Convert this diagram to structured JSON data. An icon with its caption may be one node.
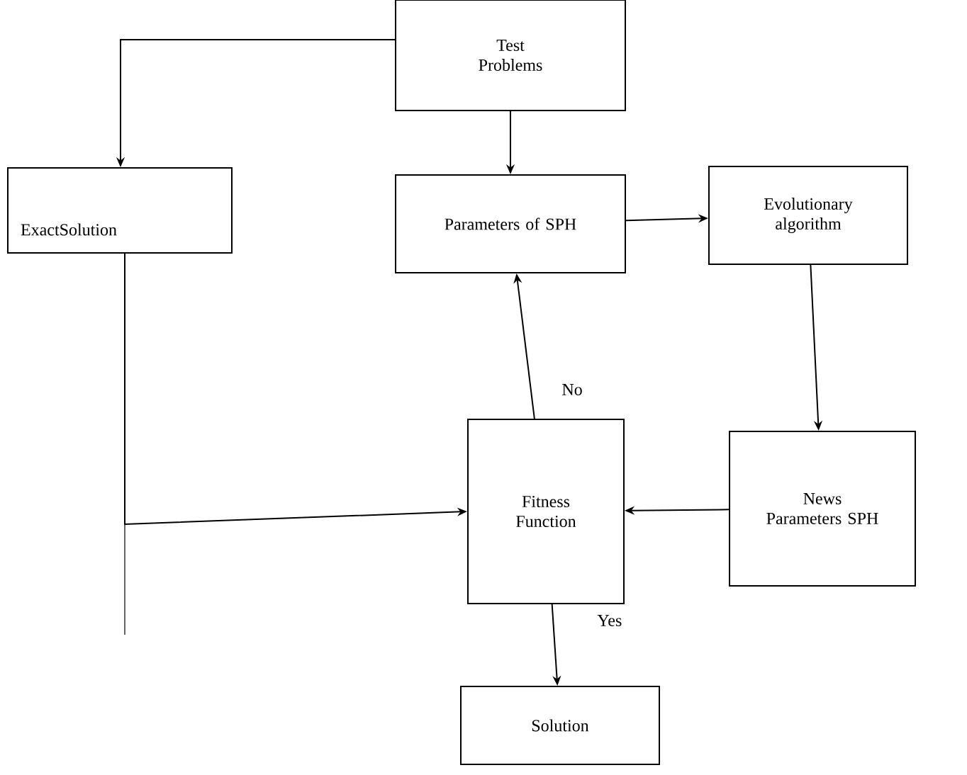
{
  "diagram": {
    "nodes": [
      {
        "text": [
          "Test Problems"
        ]
      },
      {
        "text": [
          "ExactSolution"
        ]
      },
      {
        "text": [
          "Parameters of SPH"
        ]
      },
      {
        "text": [
          "Evolutionary algorithm"
        ]
      },
      {
        "text": [
          "Fitness Function"
        ]
      },
      {
        "text": [
          "News Parameters SPH"
        ]
      },
      {
        "text": [
          "Solution"
        ]
      }
    ],
    "edges": [
      {
        "from": 0,
        "to": 1,
        "arrow": "to"
      },
      {
        "from": 0,
        "to": 2,
        "arrow": "to"
      },
      {
        "from": 2,
        "to": 3,
        "arrow": "to"
      },
      {
        "from": 3,
        "to": 5,
        "arrow": "to"
      },
      {
        "from": 5,
        "to": 4,
        "arrow": "to"
      },
      {
        "from": 4,
        "to": 2,
        "arrow": "to",
        "label": "No"
      },
      {
        "from": 1,
        "to": 4,
        "arrow": "to"
      },
      {
        "from": 4,
        "to": 6,
        "arrow": "to",
        "label": "Yes"
      }
    ]
  }
}
